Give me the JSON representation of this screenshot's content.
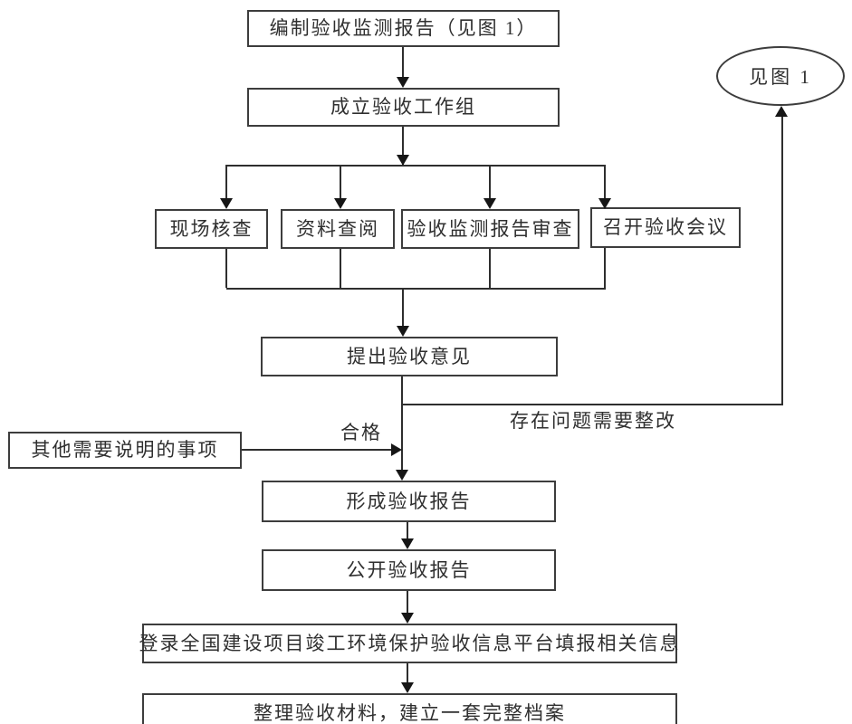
{
  "diagram": {
    "nodes": {
      "compile_report": {
        "label": "编制验收监测报告（见图 1）"
      },
      "form_workgroup": {
        "label": "成立验收工作组"
      },
      "site_inspection": {
        "label": "现场核查"
      },
      "document_review": {
        "label": "资料查阅"
      },
      "monitor_report_review": {
        "label": "验收监测报告审查"
      },
      "acceptance_meeting": {
        "label": "召开验收会议"
      },
      "acceptance_opinion": {
        "label": "提出验收意见"
      },
      "other_matters": {
        "label": "其他需要说明的事项"
      },
      "form_report": {
        "label": "形成验收报告"
      },
      "publish_report": {
        "label": "公开验收报告"
      },
      "online_platform": {
        "label": "登录全国建设项目竣工环境保护验收信息平台填报相关信息"
      },
      "archive_materials": {
        "label": "整理验收材料，建立一套完整档案"
      },
      "see_figure_1": {
        "label": "见图 1"
      }
    },
    "edge_labels": {
      "qualified": "合格",
      "needs_rectification": "存在问题需要整改"
    },
    "colors": {
      "line": "#2e2e2e",
      "border": "#3d3d3d",
      "text": "#2f2f2f",
      "background": "#ffffff"
    }
  }
}
